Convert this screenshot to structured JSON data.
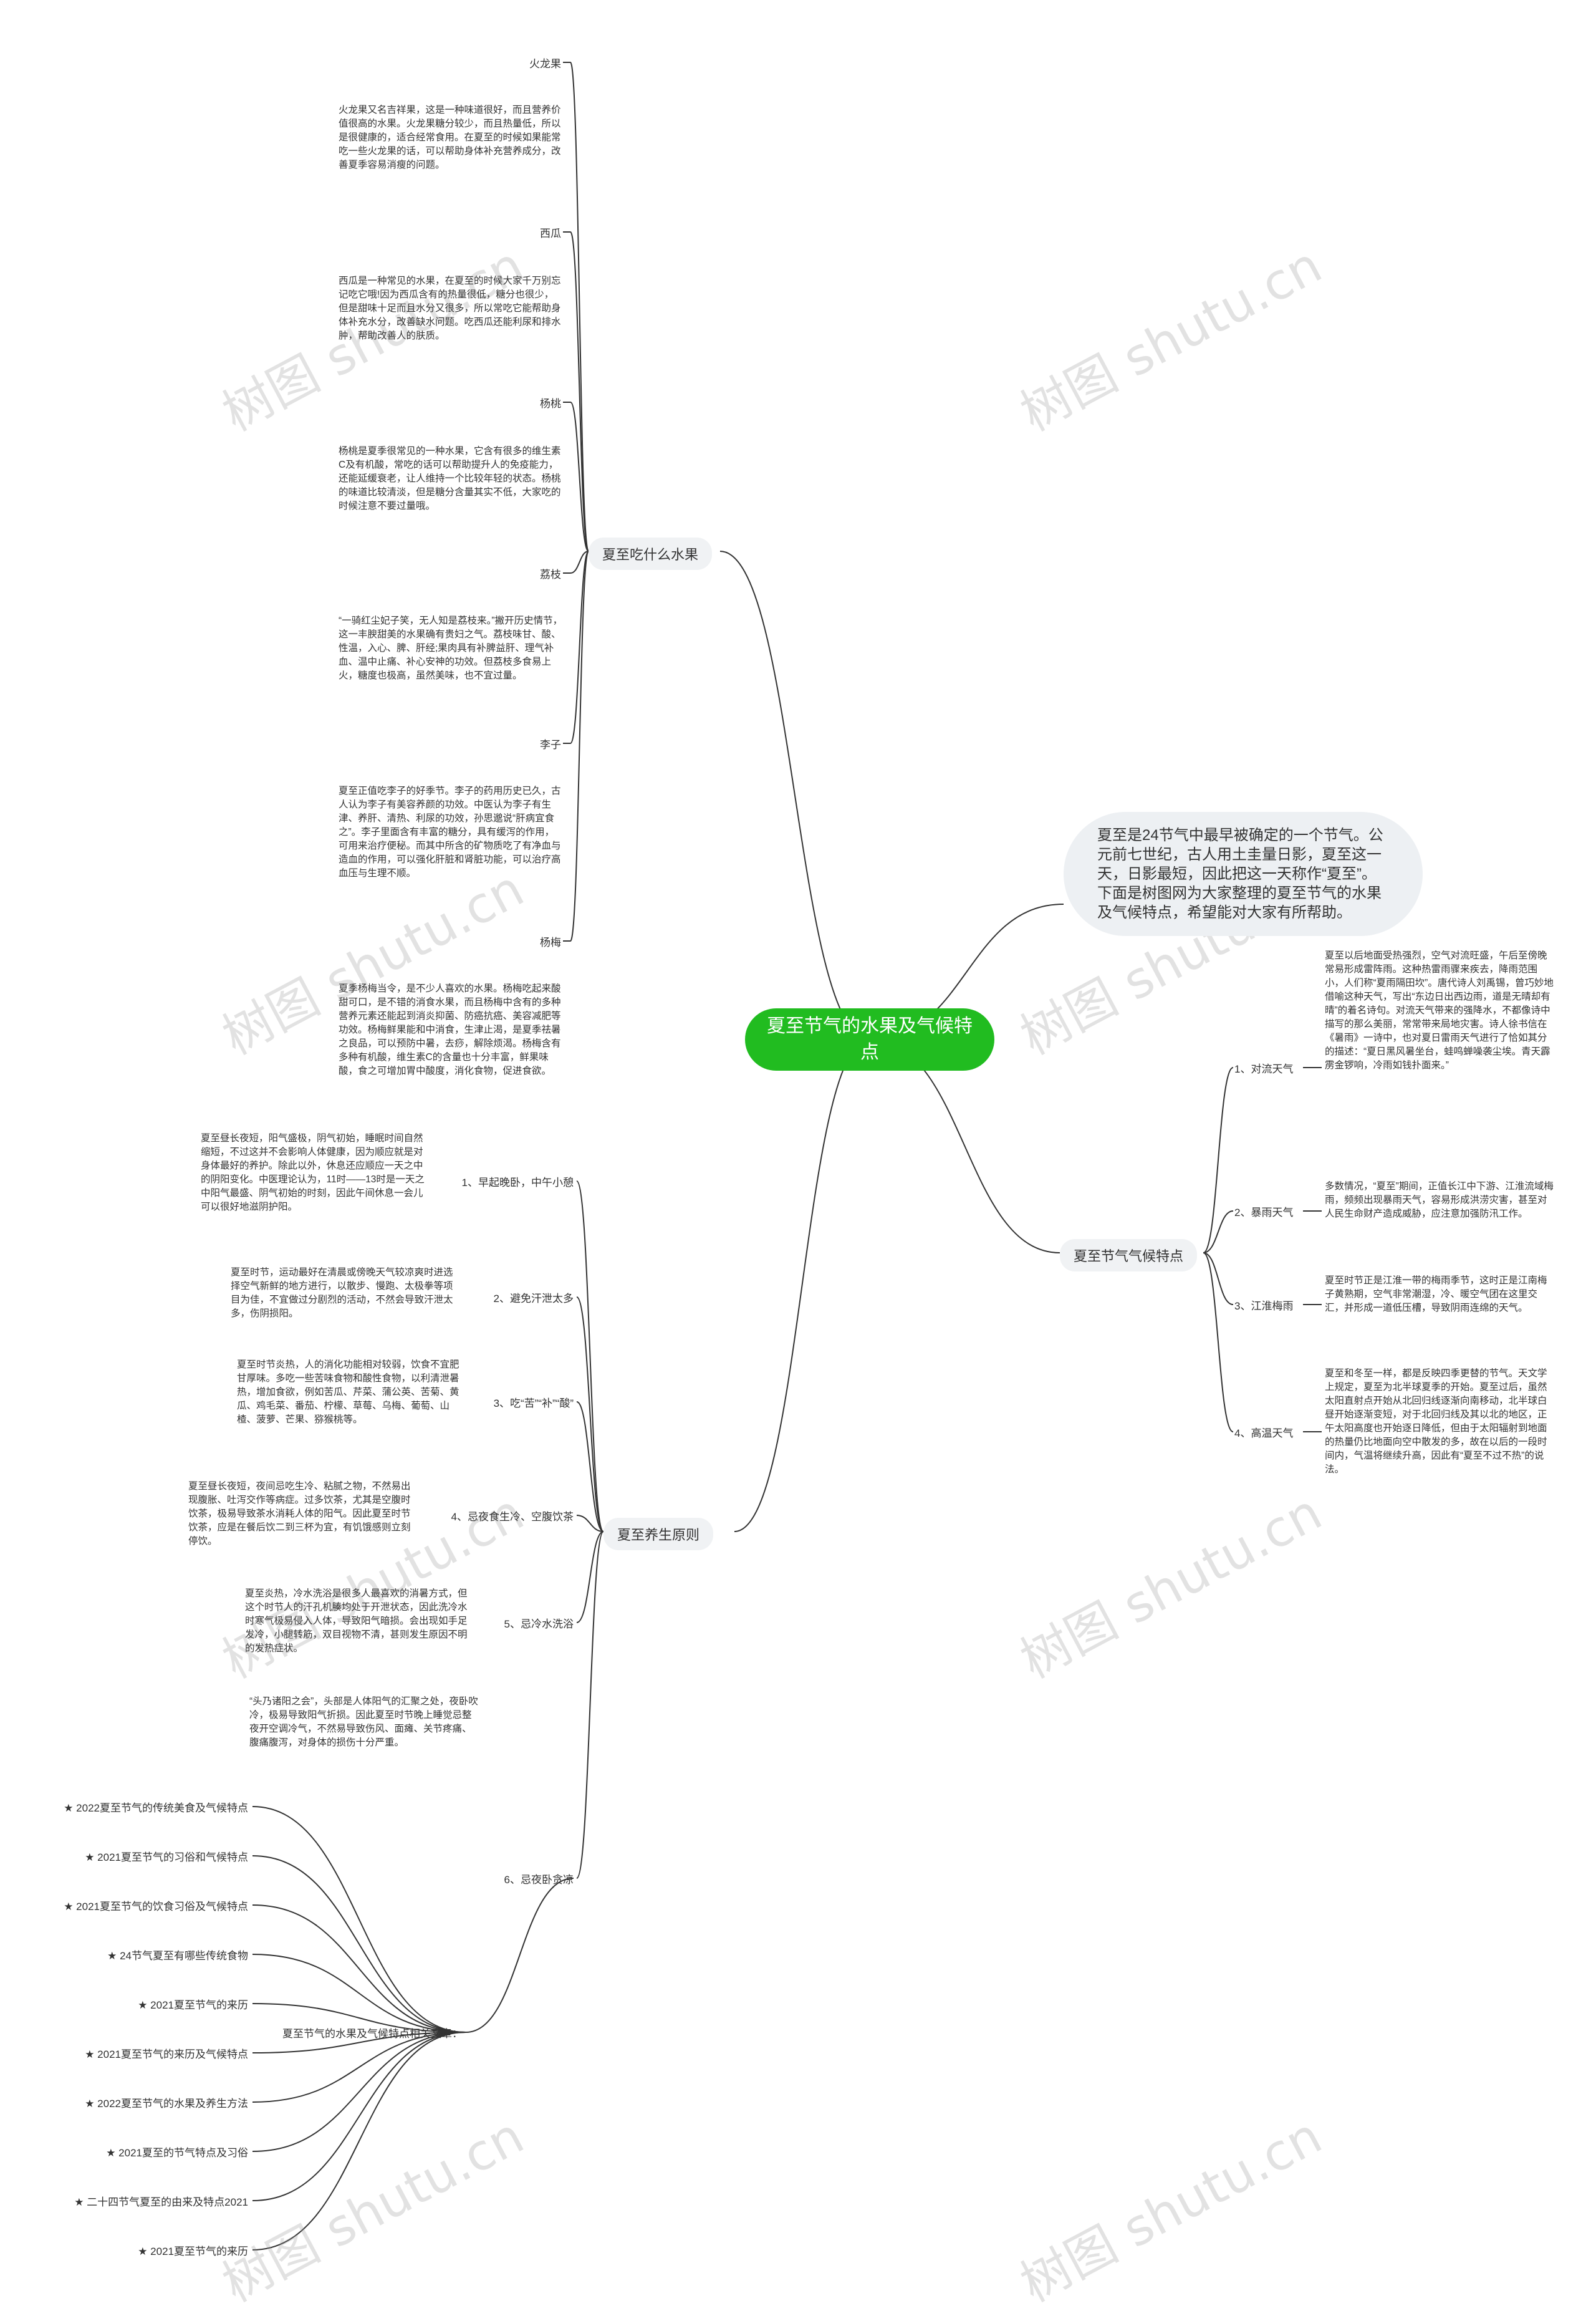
{
  "root": {
    "title": "夏至节气的水果及气候特点"
  },
  "intro": {
    "text": "夏至是24节气中最早被确定的一个节气。公元前七世纪，古人用土圭量日影，夏至这一天，日影最短，因此把这一天称作“夏至”。下面是树图网为大家整理的夏至节气的水果及气候特点，希望能对大家有所帮助。"
  },
  "fruits": {
    "label": "夏至吃什么水果",
    "items": [
      {
        "name": "火龙果",
        "text": "火龙果又名吉祥果，这是一种味道很好，而且营养价值很高的水果。火龙果糖分较少，而且热量低，所以是很健康的，适合经常食用。在夏至的时候如果能常吃一些火龙果的话，可以帮助身体补充营养成分，改善夏季容易消瘦的问题。"
      },
      {
        "name": "西瓜",
        "text": "西瓜是一种常见的水果，在夏至的时候大家千万别忘记吃它哦!因为西瓜含有的热量很低，糖分也很少，但是甜味十足而且水分又很多，所以常吃它能帮助身体补充水分，改善缺水问题。吃西瓜还能利尿和排水肿，帮助改善人的肤质。"
      },
      {
        "name": "杨桃",
        "text": "杨桃是夏季很常见的一种水果，它含有很多的维生素C及有机酸，常吃的话可以帮助提升人的免疫能力，还能延缓衰老，让人维持一个比较年轻的状态。杨桃的味道比较清淡，但是糖分含量其实不低，大家吃的时候注意不要过量哦。"
      },
      {
        "name": "荔枝",
        "text": "“一骑红尘妃子笑，无人知是荔枝来。”撇开历史情节，这一丰腴甜美的水果确有贵妇之气。荔枝味甘、酸、性温，入心、脾、肝经;果肉具有补脾益肝、理气补血、温中止痛、补心安神的功效。但荔枝多食易上火，糖度也极高，虽然美味，也不宜过量。"
      },
      {
        "name": "李子",
        "text": "夏至正值吃李子的好季节。李子的药用历史已久，古人认为李子有美容养颜的功效。中医认为李子有生津、养肝、清热、利尿的功效，孙思邈说“肝病宜食之”。李子里面含有丰富的糖分，具有缓泻的作用，可用来治疗便秘。而其中所含的矿物质吃了有净血与造血的作用，可以强化肝脏和肾脏功能，可以治疗高血压与生理不顺。"
      },
      {
        "name": "杨梅",
        "text": "夏季杨梅当令，是不少人喜欢的水果。杨梅吃起来酸甜可口，是不错的消食水果，而且杨梅中含有的多种营养元素还能起到消炎抑菌、防癌抗癌、美容减肥等功效。杨梅鲜果能和中消食，生津止渴，是夏季祛暑之良品，可以预防中暑，去痧，解除烦渴。杨梅含有多种有机酸，维生素C的含量也十分丰富，鲜果味酸，食之可增加胃中酸度，消化食物，促进食欲。"
      }
    ]
  },
  "climate": {
    "label": "夏至节气气候特点",
    "items": [
      {
        "name": "1、对流天气",
        "text": "夏至以后地面受热强烈，空气对流旺盛，午后至傍晚常易形成雷阵雨。这种热雷雨骤来疾去，降雨范围小，人们称“夏雨隔田坎”。唐代诗人刘禹锡，曾巧妙地借喻这种天气，写出“东边日出西边雨，道是无晴却有晴”的着名诗句。对流天气带来的强降水，不都像诗中描写的那么美丽，常常带来局地灾害。诗人徐书信在《暑雨》一诗中，也对夏日雷雨天气进行了恰如其分的描述：“夏日黑风暑坐台，蛙鸣蝉噪袭尘埃。青天霹雳金锣响，冷雨如钱扑面来。”"
      },
      {
        "name": "2、暴雨天气",
        "text": "多数情况，“夏至”期间，正值长江中下游、江淮流域梅雨，频频出现暴雨天气，容易形成洪涝灾害，甚至对人民生命财产造成威胁，应注意加强防汛工作。"
      },
      {
        "name": "3、江淮梅雨",
        "text": "夏至时节正是江淮一带的梅雨季节，这时正是江南梅子黄熟期，空气非常潮湿，冷、暖空气团在这里交汇，并形成一道低压槽，导致阴雨连绵的天气。"
      },
      {
        "name": "4、高温天气",
        "text": "夏至和冬至一样，都是反映四季更替的节气。天文学上规定，夏至为北半球夏季的开始。夏至过后，虽然太阳直射点开始从北回归线逐渐向南移动，北半球白昼开始逐渐变短，对于北回归线及其以北的地区，正午太阳高度也开始逐日降低，但由于太阳辐射到地面的热量仍比地面向空中散发的多，故在以后的一段时间内，气温将继续升高，因此有“夏至不过不热”的说法。"
      }
    ]
  },
  "health": {
    "label": "夏至养生原则",
    "items": [
      {
        "name": "1、早起晚卧，中午小憩",
        "text": "夏至昼长夜短，阳气盛极，阴气初始，睡眠时间自然缩短，不过这并不会影响人体健康，因为顺应就是对身体最好的养护。除此以外，休息还应顺应一天之中的阴阳变化。中医理论认为，11时——13时是一天之中阳气最盛、阴气初始的时刻，因此午间休息一会儿可以很好地滋阴护阳。"
      },
      {
        "name": "2、避免汗泄太多",
        "text": "夏至时节，运动最好在清晨或傍晚天气较凉爽时进选择空气新鲜的地方进行，以散步、慢跑、太极拳等项目为佳，不宜做过分剧烈的活动，不然会导致汗泄太多，伤阴损阳。"
      },
      {
        "name": "3、吃“苦”“补”“酸”",
        "text": "夏至时节炎热，人的消化功能相对较弱，饮食不宜肥甘厚味。多吃一些苦味食物和酸性食物，以利清泄暑热，增加食欲，例如苦瓜、芹菜、蒲公英、苦菊、黄瓜、鸡毛菜、番茄、柠檬、草莓、乌梅、葡萄、山楂、菠萝、芒果、猕猴桃等。"
      },
      {
        "name": "4、忌夜食生冷、空腹饮茶",
        "text": "夏至昼长夜短，夜间忌吃生冷、粘腻之物，不然易出现腹胀、吐泻交作等病症。过多饮茶，尤其是空腹时饮茶，极易导致茶水消耗人体的阳气。因此夏至时节饮茶，应是在餐后饮二到三杯为宜，有饥饿感则立刻停饮。"
      },
      {
        "name": "5、忌冷水洗浴",
        "text": "夏至炎热，冷水洗浴是很多人最喜欢的消暑方式，但这个时节人的汗孔机腠均处于开泄状态，因此洗冷水时寒气极易侵入人体，导致阳气暗损。会出现如手足发冷，小腿转筋，双目视物不清，甚则发生原因不明的发热症状。"
      },
      {
        "name": "6、忌夜卧贪凉",
        "text": "“头乃诸阳之会”，头部是人体阳气的汇聚之处，夜卧吹冷，极易导致阳气折损。因此夏至时节晚上睡觉忌整夜开空调冷气，不然易导致伤风、面瘫、关节疼痛、腹痛腹泻，对身体的损伤十分严重。"
      }
    ],
    "related_label": "夏至节气的水果及气候特点相关文章：",
    "related": [
      "★ 2022夏至节气的传统美食及气候特点",
      "★ 2021夏至节气的习俗和气候特点",
      "★ 2021夏至节气的饮食习俗及气候特点",
      "★ 24节气夏至有哪些传统食物",
      "★ 2021夏至节气的来历",
      "★ 2021夏至节气的来历及气候特点",
      "★ 2022夏至节气的水果及养生方法",
      "★ 2021夏至的节气特点及习俗",
      "★ 二十四节气夏至的由来及特点2021",
      "★ 2021夏至节气的来历"
    ]
  },
  "watermark": "树图 shutu.cn",
  "colors": {
    "root_fill": "#21bc20",
    "branch_fill": "#f0f2f4",
    "line": "#333333"
  }
}
